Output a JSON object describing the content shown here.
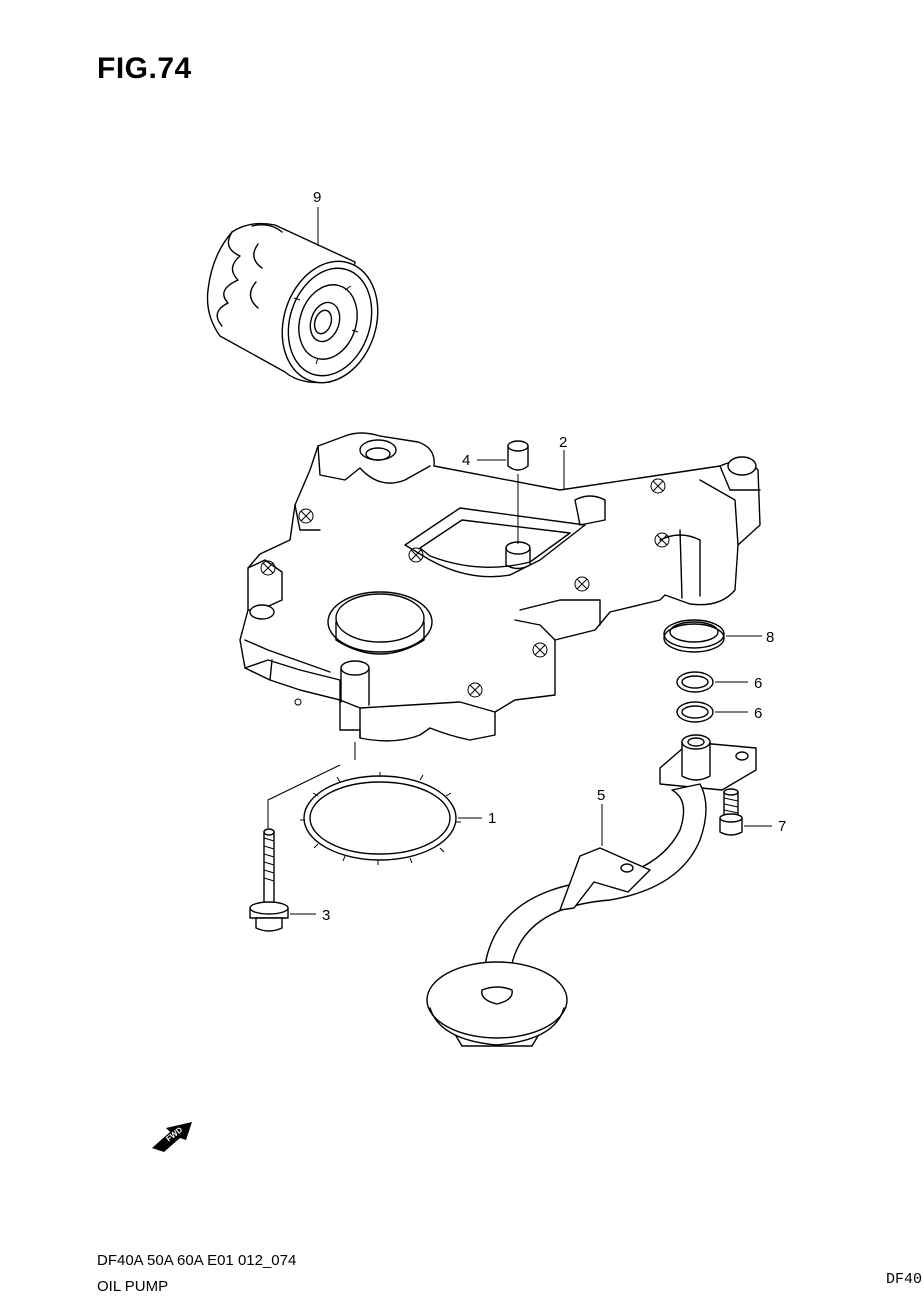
{
  "figure": {
    "title": "FIG.74"
  },
  "callouts": [
    {
      "number": "9"
    },
    {
      "number": "2"
    },
    {
      "number": "4"
    },
    {
      "number": "8"
    },
    {
      "number": "6"
    },
    {
      "number": "6"
    },
    {
      "number": "5"
    },
    {
      "number": "7"
    },
    {
      "number": "1"
    },
    {
      "number": "3"
    }
  ],
  "fwd_arrow": {
    "label": "FWD"
  },
  "footer": {
    "model_code": "DF40A 50A 60A E01 012_074",
    "part_group": "OIL PUMP",
    "page_ref": "DF40"
  }
}
